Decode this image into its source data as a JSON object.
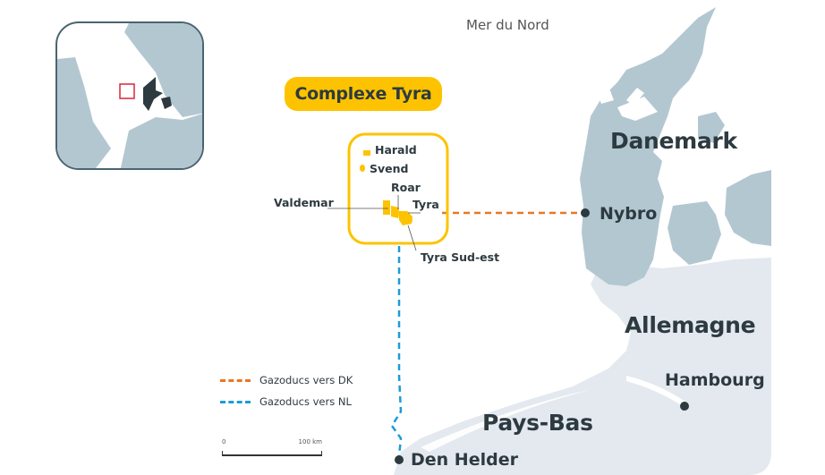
{
  "map": {
    "title": "Complexe Tyra",
    "sea_label": "Mer du Nord",
    "countries": [
      {
        "name": "Danemark"
      },
      {
        "name": "Allemagne"
      },
      {
        "name": "Pays-Bas"
      }
    ],
    "cities": [
      {
        "name": "Nybro"
      },
      {
        "name": "Hambourg"
      },
      {
        "name": "Den Helder"
      }
    ],
    "fields": [
      {
        "name": "Harald"
      },
      {
        "name": "Svend"
      },
      {
        "name": "Roar"
      },
      {
        "name": "Tyra"
      },
      {
        "name": "Valdemar"
      },
      {
        "name": "Tyra Sud-est"
      }
    ],
    "legend": [
      {
        "label": "Gazoducs vers DK",
        "color": "#e87722"
      },
      {
        "label": "Gazoducs vers NL",
        "color": "#1e9bd7"
      }
    ],
    "scale": {
      "start": "0",
      "end": "100 km"
    },
    "colors": {
      "highlight": "#fdc300",
      "denmark_land": "#b3c7d1",
      "other_land": "#e3e9ef",
      "text": "#2d3a40",
      "inset_marker": "#d7263d"
    }
  }
}
